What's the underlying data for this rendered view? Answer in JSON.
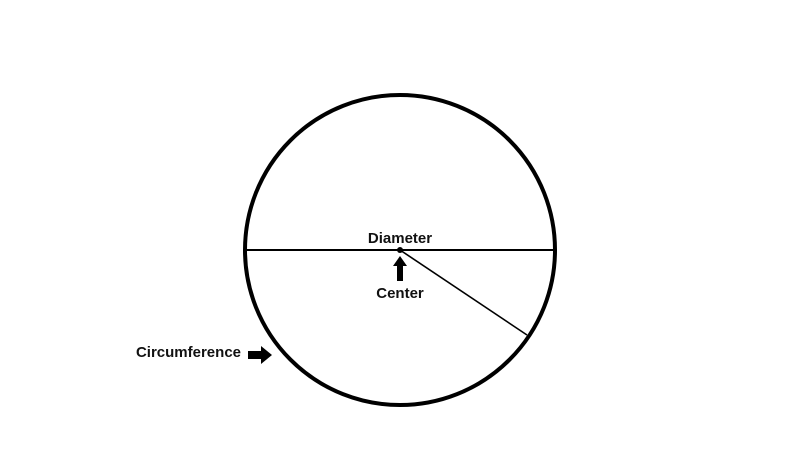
{
  "diagram": {
    "labels": {
      "diameter": "Diameter",
      "center": "Center",
      "circumference": "Circumference"
    }
  },
  "colors": {
    "background": "#ffffff",
    "stroke": "#000000",
    "text": "#111111"
  }
}
